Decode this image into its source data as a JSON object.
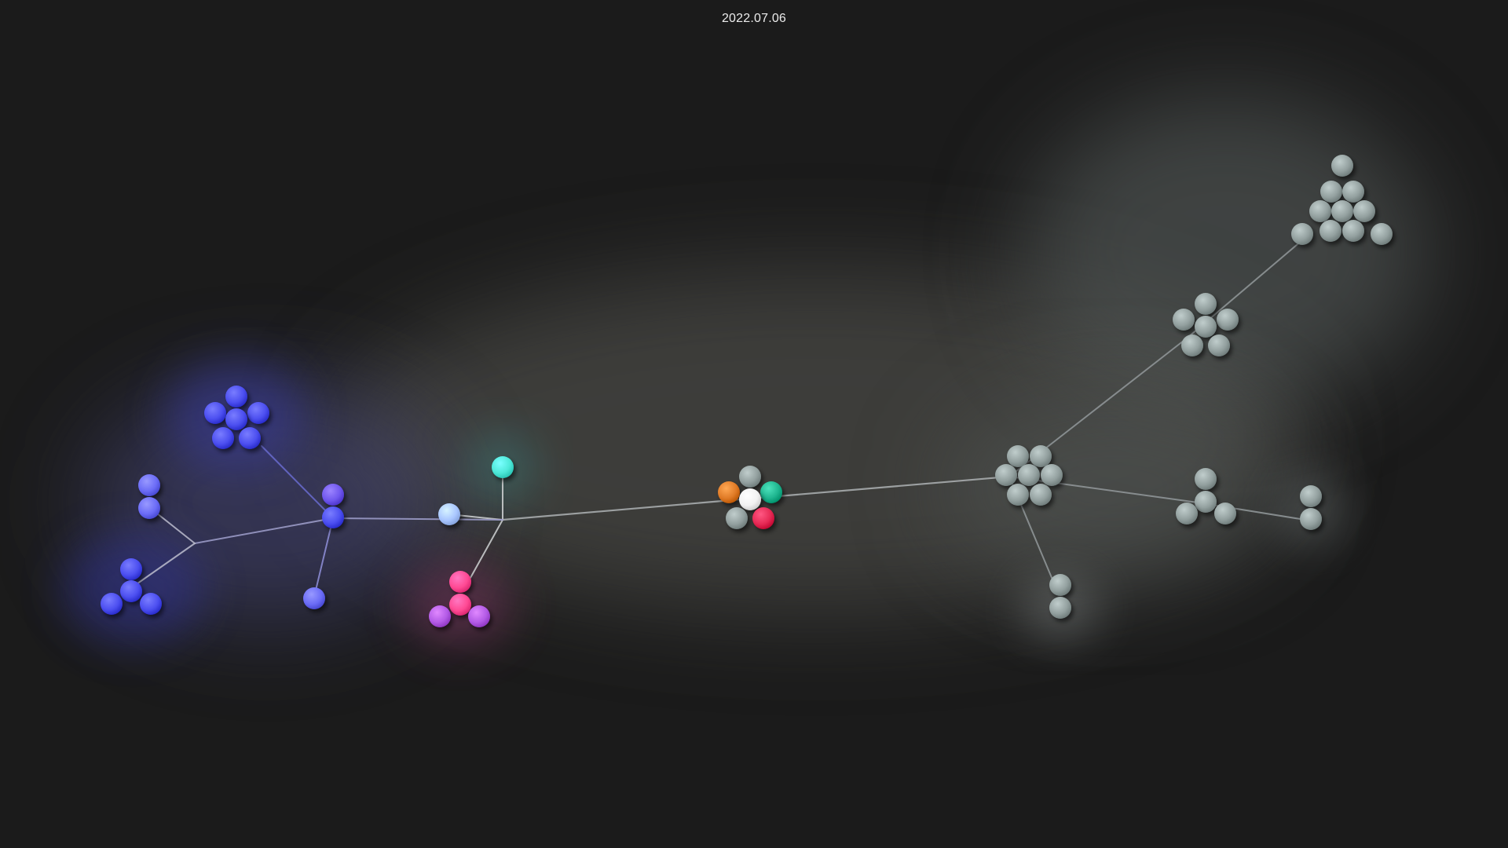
{
  "header": {
    "date": "2022.07.06"
  },
  "colors": {
    "background": "#1b1b1b",
    "edge": "#8a8e90",
    "blue": "#4c4ff0",
    "periwinkle": "#6b6cf6",
    "violet": "#6f57ee",
    "light_blue": "#a9c6ff",
    "cyan": "#4de8d8",
    "pink": "#ff4a94",
    "purple": "#b35be6",
    "gray": "#93a09f",
    "orange": "#e07b27",
    "teal": "#1fb58f",
    "white": "#f2f2f2",
    "crimson": "#e62a55"
  },
  "clusters": [
    {
      "id": "blue-flower",
      "color": "blue",
      "size": 6
    },
    {
      "id": "blue-pair",
      "color": "periwinkle",
      "size": 2
    },
    {
      "id": "blue-triad",
      "color": "blue",
      "size": 4
    },
    {
      "id": "violet-pair",
      "color": "violet",
      "size": 2
    },
    {
      "id": "blue-single",
      "color": "periwinkle",
      "size": 1
    },
    {
      "id": "lightblue-single",
      "color": "light_blue",
      "size": 1
    },
    {
      "id": "cyan-single",
      "color": "cyan",
      "size": 1
    },
    {
      "id": "pink-purple",
      "color": "pink",
      "size": 4
    },
    {
      "id": "center-mixed",
      "color": "white",
      "size": 6
    },
    {
      "id": "gray-hub",
      "color": "gray",
      "size": 7
    },
    {
      "id": "gray-flower",
      "color": "gray",
      "size": 6
    },
    {
      "id": "gray-triangle",
      "color": "gray",
      "size": 10
    },
    {
      "id": "gray-quad",
      "color": "gray",
      "size": 4
    },
    {
      "id": "gray-pair-right",
      "color": "gray",
      "size": 2
    },
    {
      "id": "gray-pair-bottom",
      "color": "gray",
      "size": 2
    }
  ]
}
